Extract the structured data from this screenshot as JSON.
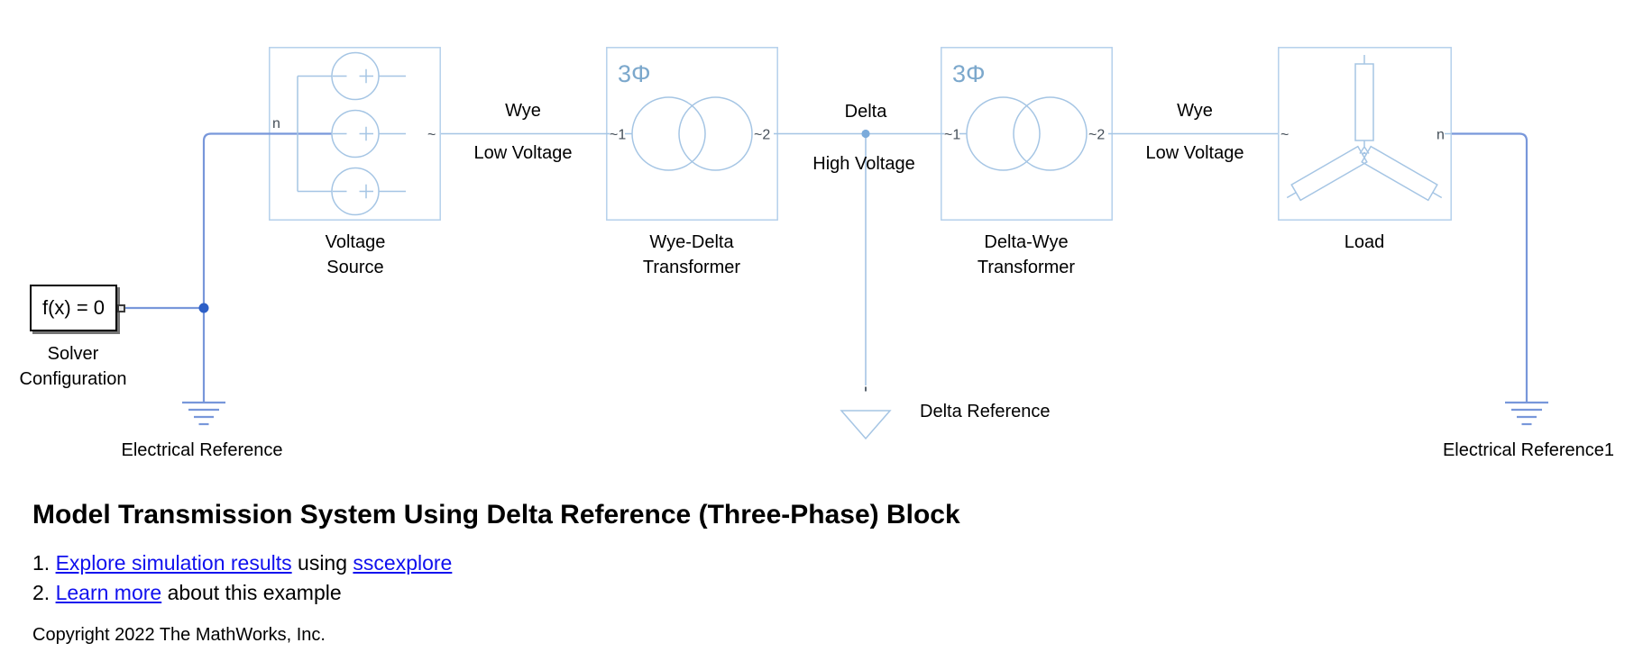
{
  "diagram": {
    "blocks": {
      "voltage_source": {
        "label_line1": "Voltage",
        "label_line2": "Source",
        "port_n": "n",
        "port_out": "~"
      },
      "wye_delta_transformer": {
        "badge": "3Φ",
        "label_line1": "Wye-Delta",
        "label_line2": "Transformer",
        "port_in": "~1",
        "port_out": "~2"
      },
      "delta_wye_transformer": {
        "badge": "3Φ",
        "label_line1": "Delta-Wye",
        "label_line2": "Transformer",
        "port_in": "~1",
        "port_out": "~2"
      },
      "load": {
        "label": "Load",
        "port_in": "~",
        "port_n": "n"
      },
      "solver_configuration": {
        "display_text": "f(x) = 0",
        "label_line1": "Solver",
        "label_line2": "Configuration"
      },
      "electrical_reference": {
        "label": "Electrical Reference"
      },
      "electrical_reference1": {
        "label": "Electrical Reference1"
      },
      "delta_reference": {
        "label": "Delta Reference"
      }
    },
    "wire_labels": {
      "segment1": {
        "top": "Wye",
        "bottom": "Low Voltage"
      },
      "segment2": {
        "top": "Delta",
        "bottom": "High Voltage"
      },
      "segment3": {
        "top": "Wye",
        "bottom": "Low Voltage"
      }
    },
    "colors": {
      "block_outline": "#b5d0ec",
      "block_detail": "#a5c5e4",
      "phase_badge_text": "#7ca8cc",
      "electrical_wire": "#7897da",
      "junction_dot": "#2d5fc7",
      "three_phase_junction_dot": "#7babdb",
      "port_text": "#434d57",
      "link_blue": "#1010ee"
    }
  },
  "annotations": {
    "title": "Model Transmission System Using Delta Reference (Three-Phase) Block",
    "list_item1": {
      "prefix": "1. ",
      "link_a": "Explore simulation results",
      "middle": " using ",
      "link_b": "sscexplore"
    },
    "list_item2": {
      "prefix": "2. ",
      "link_a": "Learn more",
      "suffix": " about this example"
    },
    "copyright": "Copyright 2022 The MathWorks, Inc."
  }
}
